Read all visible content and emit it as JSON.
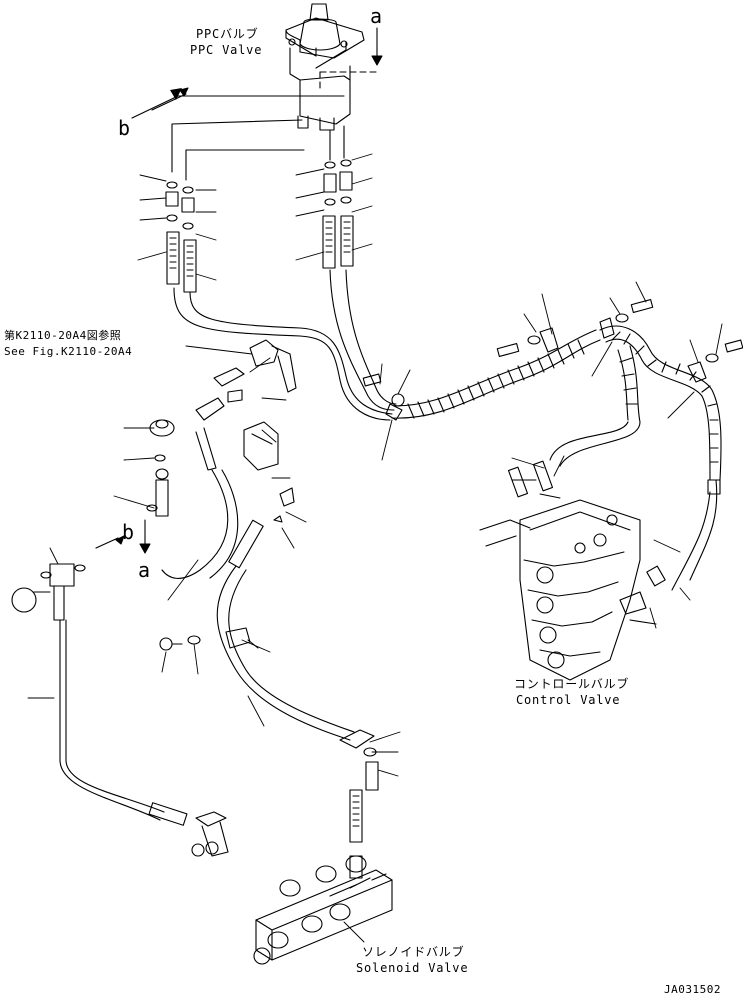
{
  "labels": {
    "ppc_valve_jp": "PPCバルブ",
    "ppc_valve_en": "PPC Valve",
    "control_valve_jp": "コントロールバルブ",
    "control_valve_en": "Control Valve",
    "solenoid_valve_jp": "ソレノイドバルブ",
    "solenoid_valve_en": "Solenoid Valve",
    "ref_jp": "第K2110-20A4図参照",
    "ref_en": "See Fig.K2110-20A4",
    "marker_a_top": "a",
    "marker_b_left": "b",
    "marker_a_mid": "a",
    "marker_b_mid": "b",
    "drawing_code": "JA031502"
  },
  "colors": {
    "ink": "#000000",
    "paper": "#ffffff"
  }
}
